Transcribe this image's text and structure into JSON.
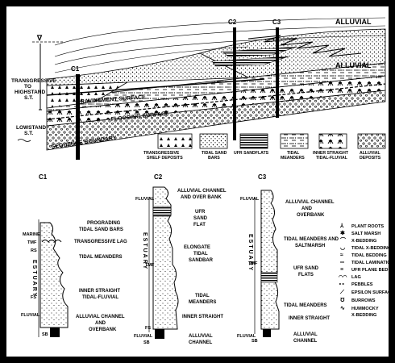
{
  "cross_section": {
    "datum_symbol": "∇",
    "left_labels": {
      "transgressive_highstand": [
        "TRANSGRESSIVE",
        "TO",
        "HIGHSTAND",
        "S.T."
      ],
      "lowstand": [
        "LOWSTAND",
        "S.T."
      ]
    },
    "surface_labels": {
      "ravinement": "RAVINEMENT SURFACE",
      "flooding": "FLOODING SURFACE",
      "sequence_boundary": "SEQUENCE BOUNDARY"
    },
    "alluvial_labels": [
      "ALLUVIAL",
      "ALLUVIAL"
    ],
    "columns": [
      "C1",
      "C2",
      "C3"
    ]
  },
  "legend_facies": [
    {
      "pattern": "pat-transgressive",
      "label": [
        "TRANSGRESSIVE",
        "SHELF DEPOSITS"
      ]
    },
    {
      "pattern": "pat-tidalsand",
      "label": [
        "TIDAL SAND",
        "BARS"
      ]
    },
    {
      "pattern": "pat-ufr",
      "label": [
        "UFR SANDFLATS"
      ]
    },
    {
      "pattern": "pat-meanders",
      "label": [
        "TIDAL",
        "MEANDERS"
      ]
    },
    {
      "pattern": "pat-innerstraight",
      "label": [
        "INNER STRAIGHT",
        "TIDAL-FLUVIAL"
      ]
    },
    {
      "pattern": "pat-alluvial",
      "label": [
        "ALLUVIAL",
        "DEPOSITS"
      ]
    }
  ],
  "column_c1": {
    "title": "C1",
    "side_marks": [
      "MARINE",
      "TMF",
      "RS",
      "FS",
      "FLUVIAL",
      "SB"
    ],
    "estuary": "ESTUARY",
    "facies": [
      [
        "PROGRADING",
        "TIDAL SAND BARS"
      ],
      [
        "TRANSGRESSIVE LAG"
      ],
      [
        "TIDAL MEANDERS"
      ],
      [
        "INNER STRAIGHT",
        "TIDAL-FLUVIAL"
      ],
      [
        "ALLUVIAL CHANNEL",
        "AND",
        "OVERBANK"
      ]
    ]
  },
  "column_c2": {
    "title": "C2",
    "side_marks": [
      "FLUVIAL",
      "TMF",
      "FS",
      "FLUVIAL",
      "SB"
    ],
    "estuary": "ESTUARY",
    "facies": [
      [
        "ALLUVIAL CHANNEL",
        "AND OVER BANK"
      ],
      [
        "UFR",
        "SAND",
        "FLAT"
      ],
      [
        "ELONGATE",
        "TIDAL",
        "SANDBAR"
      ],
      [
        "TIDAL",
        "MEANDERS"
      ],
      [
        "INNER STRAIGHT"
      ],
      [
        "ALLUVIAL",
        "CHANNEL"
      ]
    ]
  },
  "column_c3": {
    "title": "C3",
    "side_marks": [
      "FLUVIAL",
      "TMF",
      "FLUVIAL",
      "SB"
    ],
    "estuary": "ESTUARY",
    "facies": [
      [
        "ALLUVIAL CHANNEL",
        "AND",
        "OVERBANK"
      ],
      [
        "TIDAL MEANDERS AND",
        "SALTMARSH"
      ],
      [
        "UFR SAND",
        "FLATS"
      ],
      [
        "TIDAL MEANDERS"
      ],
      [
        "INNER STRAIGHT"
      ],
      [
        "ALLUVIAL",
        "CHANNEL"
      ]
    ]
  },
  "legend_symbols": [
    {
      "icon": "root-icon",
      "glyph": "⅄",
      "label": "PLANT ROOTS"
    },
    {
      "icon": "salt-marsh-icon",
      "glyph": "✱",
      "label": "SALT MARSH"
    },
    {
      "icon": "x-bedding-icon",
      "glyph": "⌒",
      "label": "X-BEDDING"
    },
    {
      "icon": "tidal-x-bedding-icon",
      "glyph": "◡",
      "label": "TIDAL X-BEDDING"
    },
    {
      "icon": "tidal-bedding-icon",
      "glyph": "≈",
      "label": "TIDAL BEDDING"
    },
    {
      "icon": "tidal-lamination-icon",
      "glyph": "═",
      "label": "TIDAL LAMINATION"
    },
    {
      "icon": "ufr-plane-bed-icon",
      "glyph": "≡",
      "label": "UFR PLANE BED"
    },
    {
      "icon": "lag-icon",
      "glyph": "◠◠",
      "label": "LAG"
    },
    {
      "icon": "pebbles-icon",
      "glyph": "∘∘",
      "label": "PEBBLES"
    },
    {
      "icon": "epsilon-icon",
      "glyph": "⟋",
      "label": "EPSILON SURFACE"
    },
    {
      "icon": "burrows-icon",
      "glyph": "Ʊ",
      "label": "BURROWS"
    },
    {
      "icon": "hummocky-icon",
      "glyph": "∿",
      "label": "HUMMOCKY"
    },
    {
      "icon": "",
      "glyph": "",
      "label": "X-BEDDING"
    }
  ]
}
